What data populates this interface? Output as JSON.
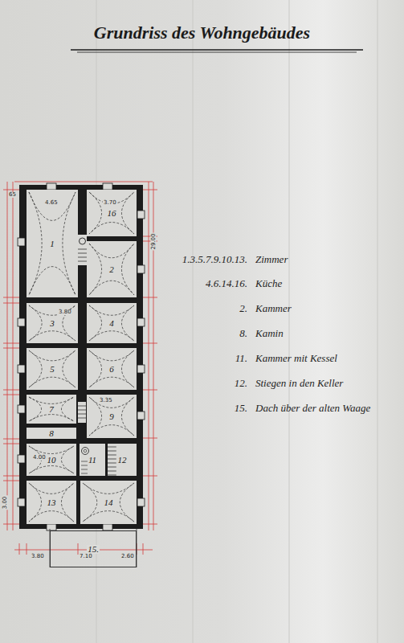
{
  "diagram": {
    "title": "Grundriss des Wohngebäudes",
    "nodes": [
      {
        "text": [
          "1"
        ]
      },
      {
        "text": [
          "16"
        ]
      },
      {
        "text": [
          "2"
        ]
      },
      {
        "text": [
          "3"
        ]
      },
      {
        "text": [
          "4"
        ]
      },
      {
        "text": [
          "5"
        ]
      },
      {
        "text": [
          "6"
        ]
      },
      {
        "text": [
          "7"
        ]
      },
      {
        "text": [
          "9"
        ]
      },
      {
        "text": [
          "8"
        ]
      },
      {
        "text": [
          "10"
        ]
      },
      {
        "text": [
          "11"
        ]
      },
      {
        "text": [
          "12"
        ]
      },
      {
        "text": [
          "13"
        ]
      },
      {
        "text": [
          "14"
        ]
      },
      {
        "text": [
          "15."
        ]
      }
    ],
    "labels": [
      "1.3.5.7.9.10.13.",
      "Zimmer",
      "4.6.14.16.",
      "Küche",
      "2.",
      "Kammer",
      "8.",
      "Kamin",
      "11.",
      "Kammer mit Kessel",
      "12.",
      "Stiegen in den Keller",
      "15.",
      "Dach über der alten Waage",
      "4.65",
      "3.70",
      "3.80",
      "3.35",
      "4.00",
      "3.80",
      "7.10",
      "2.60",
      "65",
      "3.00",
      "29.00"
    ]
  }
}
